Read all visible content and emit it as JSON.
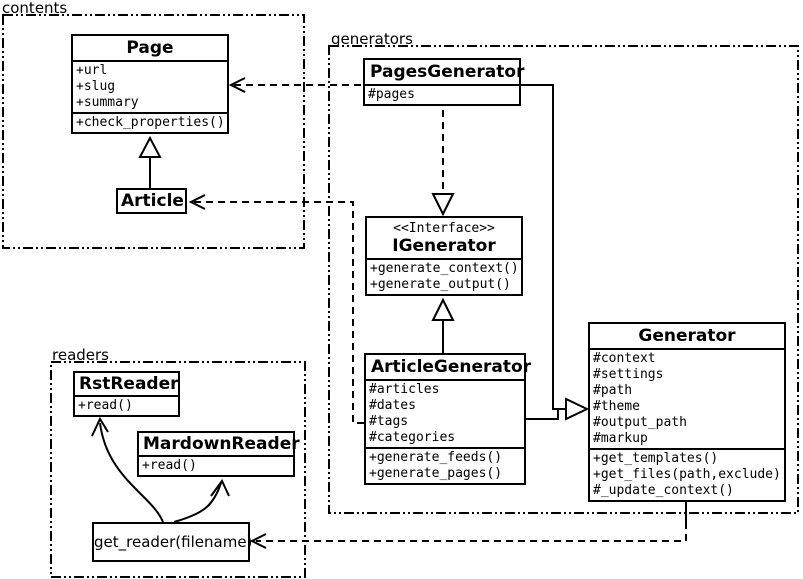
{
  "packages": {
    "contents": {
      "label": "contents"
    },
    "generators": {
      "label": "generators"
    },
    "readers": {
      "label": "readers"
    }
  },
  "classes": {
    "page": {
      "title": "Page",
      "attributes": [
        "+url",
        "+slug",
        "+summary"
      ],
      "methods": [
        "+check_properties()"
      ]
    },
    "article": {
      "title": "Article"
    },
    "pages_generator": {
      "title": "PagesGenerator",
      "attributes": [
        "#pages"
      ]
    },
    "igenerator": {
      "stereotype": "<<Interface>>",
      "title": "IGenerator",
      "methods": [
        "+generate_context()",
        "+generate_output()"
      ]
    },
    "article_generator": {
      "title": "ArticleGenerator",
      "attributes": [
        "#articles",
        "#dates",
        "#tags",
        "#categories"
      ],
      "methods": [
        "+generate_feeds()",
        "+generate_pages()"
      ]
    },
    "generator": {
      "title": "Generator",
      "attributes": [
        "#context",
        "#settings",
        "#path",
        "#theme",
        "#output_path",
        "#markup"
      ],
      "methods": [
        "+get_templates()",
        "+get_files(path,exclude)",
        "#_update_context()"
      ]
    },
    "rst_reader": {
      "title": "RstReader",
      "methods": [
        "+read()"
      ]
    },
    "markdown_reader": {
      "title": "MardownReader",
      "methods": [
        "+read()"
      ]
    },
    "get_reader": {
      "label": "get_reader(filename)"
    }
  },
  "colors": {
    "line": "#000000",
    "background": "#ffffff"
  }
}
